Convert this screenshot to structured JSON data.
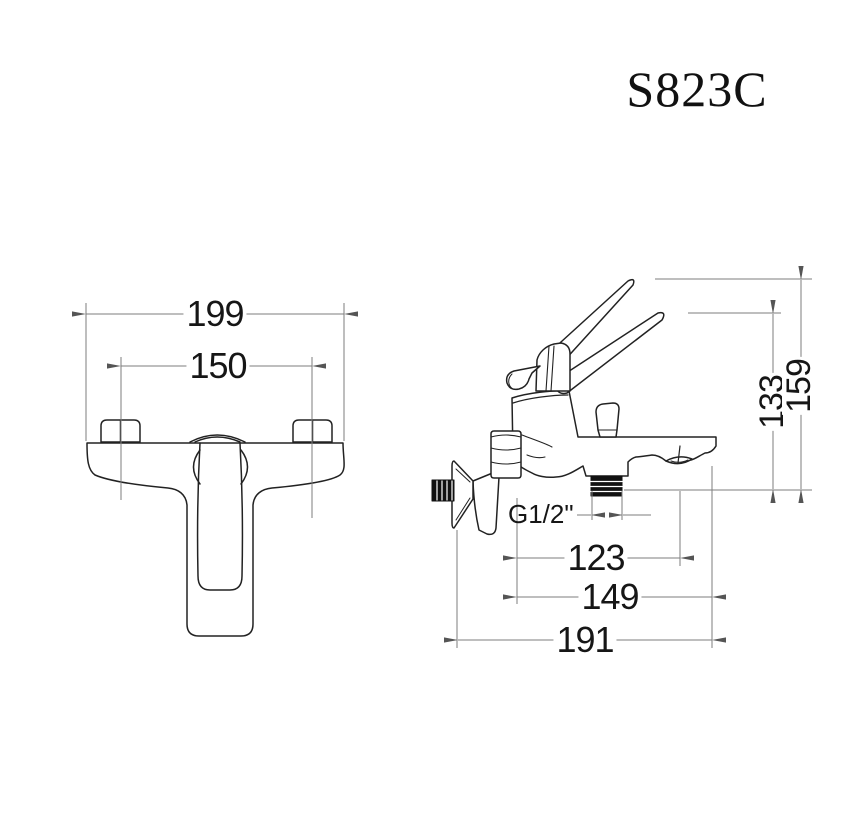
{
  "title": "S823C",
  "front_view": {
    "overall_width": "199",
    "hole_spacing": "150"
  },
  "side_view": {
    "thread_size": "G1/2\"",
    "wall_to_outlet": "123",
    "wall_to_spout_tip": "149",
    "overall_depth": "191",
    "lever_height_low": "133",
    "lever_height_high": "159"
  },
  "colors": {
    "outline": "#222222",
    "dimension_line": "#7e7e7e",
    "arrow": "#555555",
    "text": "#161616",
    "background": "#ffffff"
  }
}
